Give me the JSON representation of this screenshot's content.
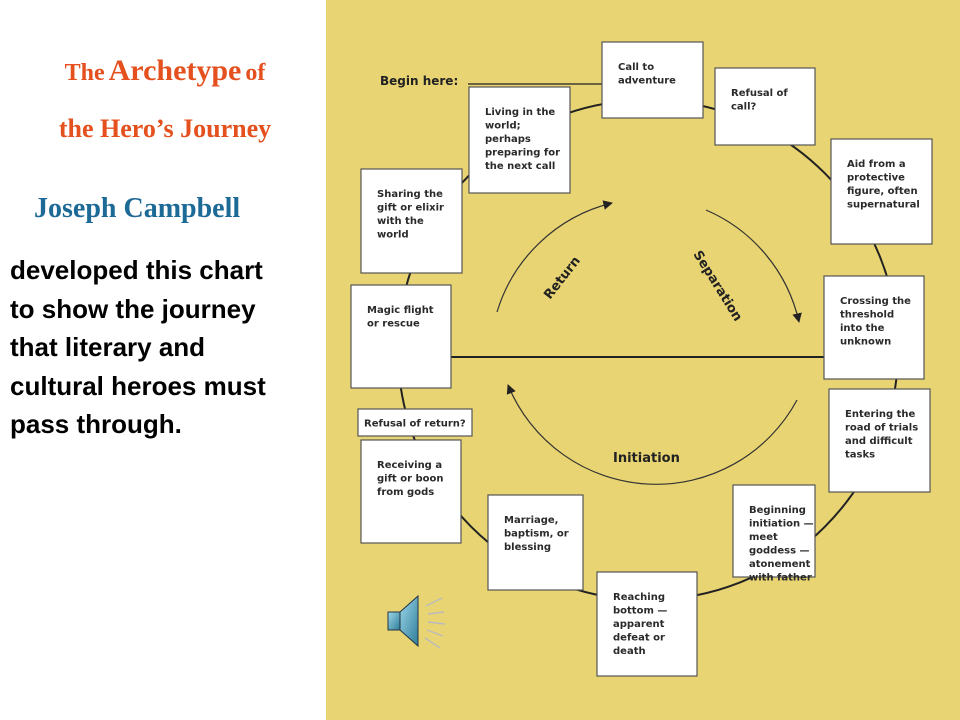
{
  "title": {
    "prefix": "The",
    "main": "Archetype",
    "suffix": "of",
    "line2": "the Hero’s Journey"
  },
  "author": "Joseph Campbell",
  "body_lines": [
    "developed this chart",
    "to show the journey",
    "that literary and",
    "cultural heroes must",
    "pass through."
  ],
  "diagram": {
    "begin_label": "Begin here:",
    "arc_labels": {
      "return": "Return",
      "separation": "Separation",
      "initiation": "Initiation"
    },
    "stages": [
      {
        "id": "call-to-adventure",
        "lines": [
          "Call to",
          "adventure"
        ]
      },
      {
        "id": "refusal-of-call",
        "lines": [
          "Refusal of",
          "call?"
        ]
      },
      {
        "id": "aid-protective-figure",
        "lines": [
          "Aid from a",
          "protective",
          "figure, often",
          "supernatural"
        ]
      },
      {
        "id": "crossing-threshold",
        "lines": [
          "Crossing the",
          "threshold",
          "into the",
          "unknown"
        ]
      },
      {
        "id": "road-of-trials",
        "lines": [
          "Entering the",
          "road of trials",
          "and difficult",
          "tasks"
        ]
      },
      {
        "id": "beginning-initiation",
        "lines": [
          "Beginning",
          "initiation —",
          "meet",
          "goddess —",
          "atonement",
          "with father"
        ]
      },
      {
        "id": "reaching-bottom",
        "lines": [
          "Reaching",
          "bottom —",
          "apparent",
          "defeat or",
          "death"
        ]
      },
      {
        "id": "marriage-baptism",
        "lines": [
          "Marriage,",
          "baptism, or",
          "blessing"
        ]
      },
      {
        "id": "receiving-gift",
        "lines": [
          "Receiving a",
          "gift or boon",
          "from gods"
        ]
      },
      {
        "id": "refusal-of-return",
        "lines": [
          "Refusal of return?"
        ]
      },
      {
        "id": "magic-flight",
        "lines": [
          "Magic flight",
          "or rescue"
        ]
      },
      {
        "id": "sharing-gift",
        "lines": [
          "Sharing the",
          "gift or elixir",
          "with the",
          "world"
        ]
      },
      {
        "id": "living-in-world",
        "lines": [
          "Living in the",
          "world;",
          "perhaps",
          "preparing for",
          "the next call"
        ]
      }
    ]
  },
  "colors": {
    "title": "#e4501e",
    "author": "#1e6a96",
    "chart_bg": "#e8d472"
  },
  "icons": {
    "speaker": "speaker-icon"
  }
}
